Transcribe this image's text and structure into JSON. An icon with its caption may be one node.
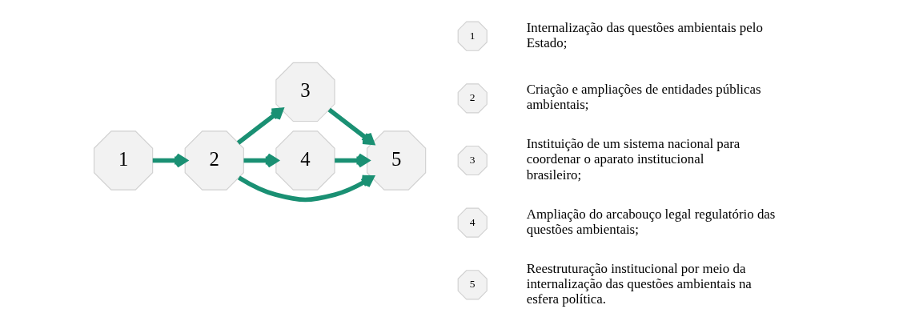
{
  "diagram": {
    "nodes": [
      {
        "text": [
          "1"
        ]
      },
      {
        "text": [
          "2"
        ]
      },
      {
        "text": [
          "3"
        ]
      },
      {
        "text": [
          "4"
        ]
      },
      {
        "text": [
          "5"
        ]
      },
      {
        "text": [
          "1"
        ],
        "beside": [
          "Internalização das questões ambientais pelo Estado;"
        ]
      },
      {
        "text": [
          "2"
        ],
        "beside": [
          "Criação e ampliações de entidades públicas ambientais;"
        ]
      },
      {
        "text": [
          "3"
        ],
        "beside": [
          "Instituição de um sistema nacional para coordenar o aparato institucional brasileiro;"
        ]
      },
      {
        "text": [
          "4"
        ],
        "beside": [
          "Ampliação do arcabouço legal regulatório das questões ambientais;"
        ]
      },
      {
        "text": [
          "5"
        ],
        "beside": [
          "Reestruturação institucional por meio da internalização das questões ambientais na esfera política."
        ]
      }
    ],
    "edges": [
      {
        "from": 0,
        "to": 1,
        "arrow": "to"
      },
      {
        "from": 1,
        "to": 4,
        "arrow": "to"
      },
      {
        "from": 1,
        "to": 2,
        "arrow": "to"
      },
      {
        "from": 1,
        "to": 3,
        "arrow": "to"
      },
      {
        "from": 2,
        "to": 4,
        "arrow": "to"
      },
      {
        "from": 3,
        "to": 4,
        "arrow": "to"
      }
    ]
  }
}
